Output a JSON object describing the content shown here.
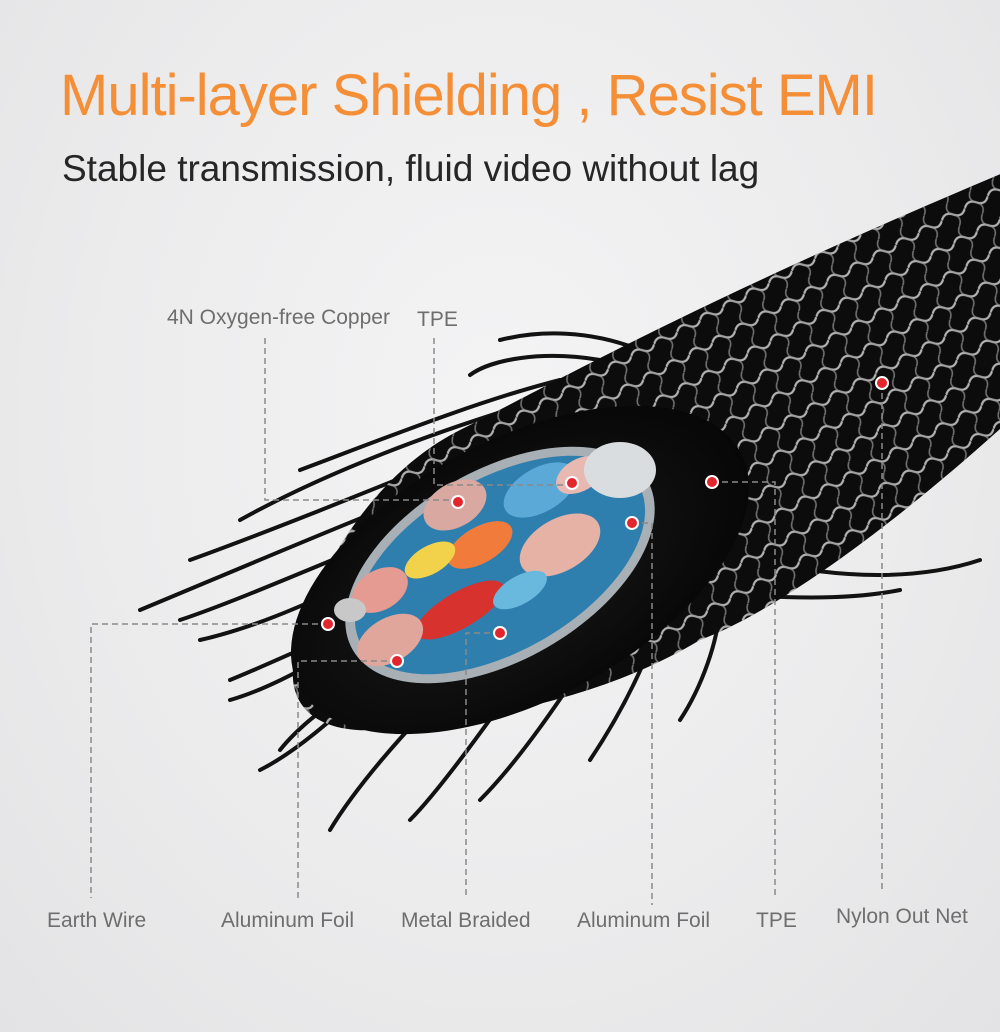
{
  "headline": "Multi-layer Shielding , Resist EMI",
  "subheadline": "Stable transmission, fluid video without lag",
  "colors": {
    "headline": "#f58f37",
    "subheadline": "#262626",
    "label_text": "#6e6e6e",
    "marker": "#e3262d",
    "leader_line": "#8a8a8a",
    "cable_jacket": "#111111"
  },
  "labels": {
    "copper": "4N Oxygen-free Copper",
    "tpe_top": "TPE",
    "earth_wire": "Earth Wire",
    "aluminum_foil_left": "Aluminum Foil",
    "metal_braided": "Metal Braided",
    "aluminum_foil_right": "Aluminum Foil",
    "tpe_bottom": "TPE",
    "nylon_out_net": "Nylon Out Net"
  }
}
